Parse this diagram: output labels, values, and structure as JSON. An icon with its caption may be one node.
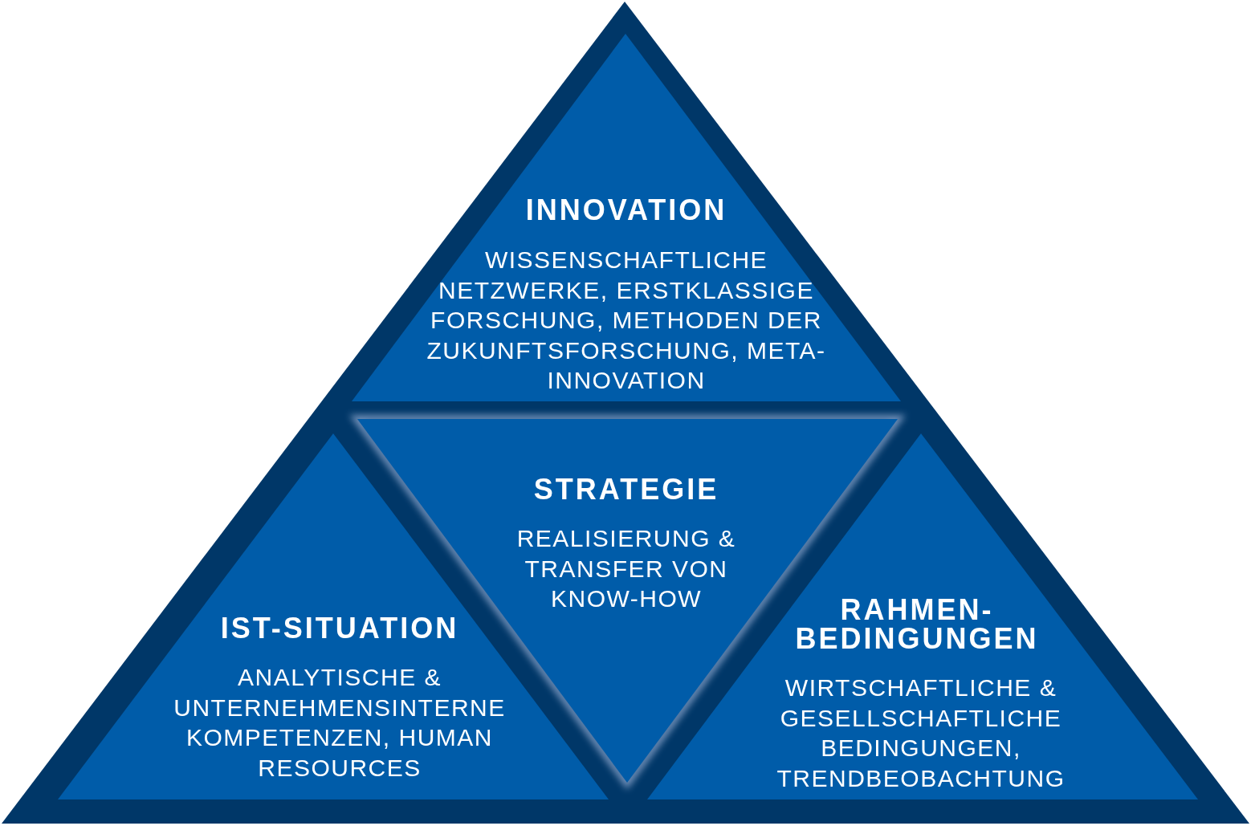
{
  "diagram": {
    "nodes": [
      {
        "text": [],
        "shape": "triangle"
      },
      {
        "text": [
          "INNOVATION",
          "WISSENSCHAFTLICHE NETZWERKE, ERSTKLASSIGE FORSCHUNG, METHODEN DER ZUKUNFTSFORSCHUNG, META-INNOVATION"
        ],
        "in": 0
      },
      {
        "text": [
          "STRATEGIE",
          "REALISIERUNG & TRANSFER VON KNOW-HOW"
        ],
        "in": 0
      },
      {
        "text": [
          "IST-SITUATION",
          "ANALYTISCHE & UNTERNEHMENSINTERNE KOMPETENZEN, HUMAN RESOURCES"
        ],
        "in": 0
      },
      {
        "text": [
          "RAHMEN- BEDINGUNGEN",
          "WIRTSCHAFTLICHE & GESELLSCHAFTLICHE BEDINGUNGEN, TRENDBEOBACHTUNG"
        ],
        "in": 0
      }
    ]
  }
}
